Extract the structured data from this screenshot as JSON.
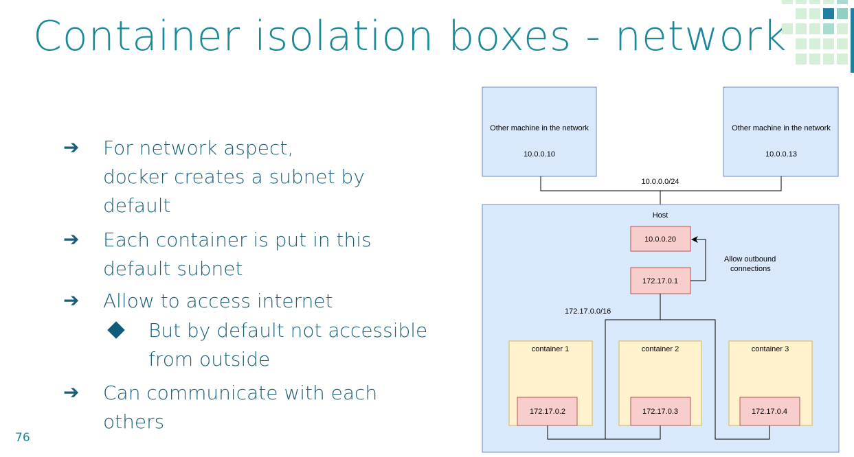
{
  "slide": {
    "title": "Container isolation boxes - network",
    "page_number": "76"
  },
  "bullets": [
    {
      "lines": [
        "For network aspect,",
        "docker creates a subnet by",
        "default"
      ]
    },
    {
      "lines": [
        "Each container is put in this",
        "default subnet"
      ]
    },
    {
      "lines": [
        "Allow to access internet"
      ]
    },
    {
      "lines": [
        "But by default not accessible",
        "from outside"
      ],
      "level": 2
    },
    {
      "lines": [
        "Can communicate with each",
        "others"
      ]
    }
  ],
  "diagram": {
    "machine_left": {
      "label": "Other machine in the network",
      "ip": "10.0.0.10"
    },
    "machine_right": {
      "label": "Other machine in the network",
      "ip": "10.0.0.13"
    },
    "outer_subnet": "10.0.0.0/24",
    "host": {
      "label": "Host",
      "ip_external": "10.0.0.20",
      "ip_internal": "172.17.0.1",
      "outbound_note_line1": "Allow outbound",
      "outbound_note_line2": "connections"
    },
    "inner_subnet": "172.17.0.0/16",
    "containers": [
      {
        "label": "container 1",
        "ip": "172.17.0.2"
      },
      {
        "label": "container 2",
        "ip": "172.17.0.3"
      },
      {
        "label": "container 3",
        "ip": "172.17.0.4"
      }
    ]
  },
  "colors": {
    "title": "#1a8a9a",
    "text": "#1b5e7a",
    "machine_fill": "#dae8fc",
    "machine_stroke": "#6c8ebf",
    "container_fill": "#fff2cc",
    "container_stroke": "#d6b656",
    "ip_fill": "#f8cecc",
    "ip_stroke": "#b85450"
  }
}
